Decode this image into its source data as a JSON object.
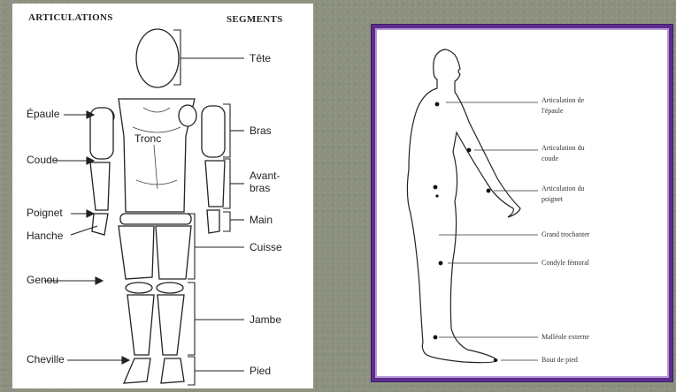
{
  "left_diagram": {
    "header_left": "ARTICULATIONS",
    "header_right": "SEGMENTS",
    "center_label": "Tronc",
    "articulations": {
      "epaule": "Épaule",
      "coude": "Coude",
      "poignet": "Poignet",
      "hanche": "Hanche",
      "genou": "Genou",
      "cheville": "Cheville"
    },
    "segments": {
      "tete": "Tête",
      "bras": "Bras",
      "avant_bras_1": "Avant-",
      "avant_bras_2": "bras",
      "main": "Main",
      "cuisse": "Cuisse",
      "jambe": "Jambe",
      "pied": "Pied"
    }
  },
  "right_diagram": {
    "labels": {
      "epaule_1": "Articulation de",
      "epaule_2": "l'épaule",
      "coude_1": "Articulation du",
      "coude_2": "coude",
      "poignet_1": "Articulation du",
      "poignet_2": "poignet",
      "trochanter": "Grand trochanter",
      "condyle": "Condyle fémoral",
      "malleole": "Malléole externe",
      "bout": "Bout de pied"
    }
  },
  "colors": {
    "frame": "#5e2c8f",
    "background": "#8c907f"
  }
}
